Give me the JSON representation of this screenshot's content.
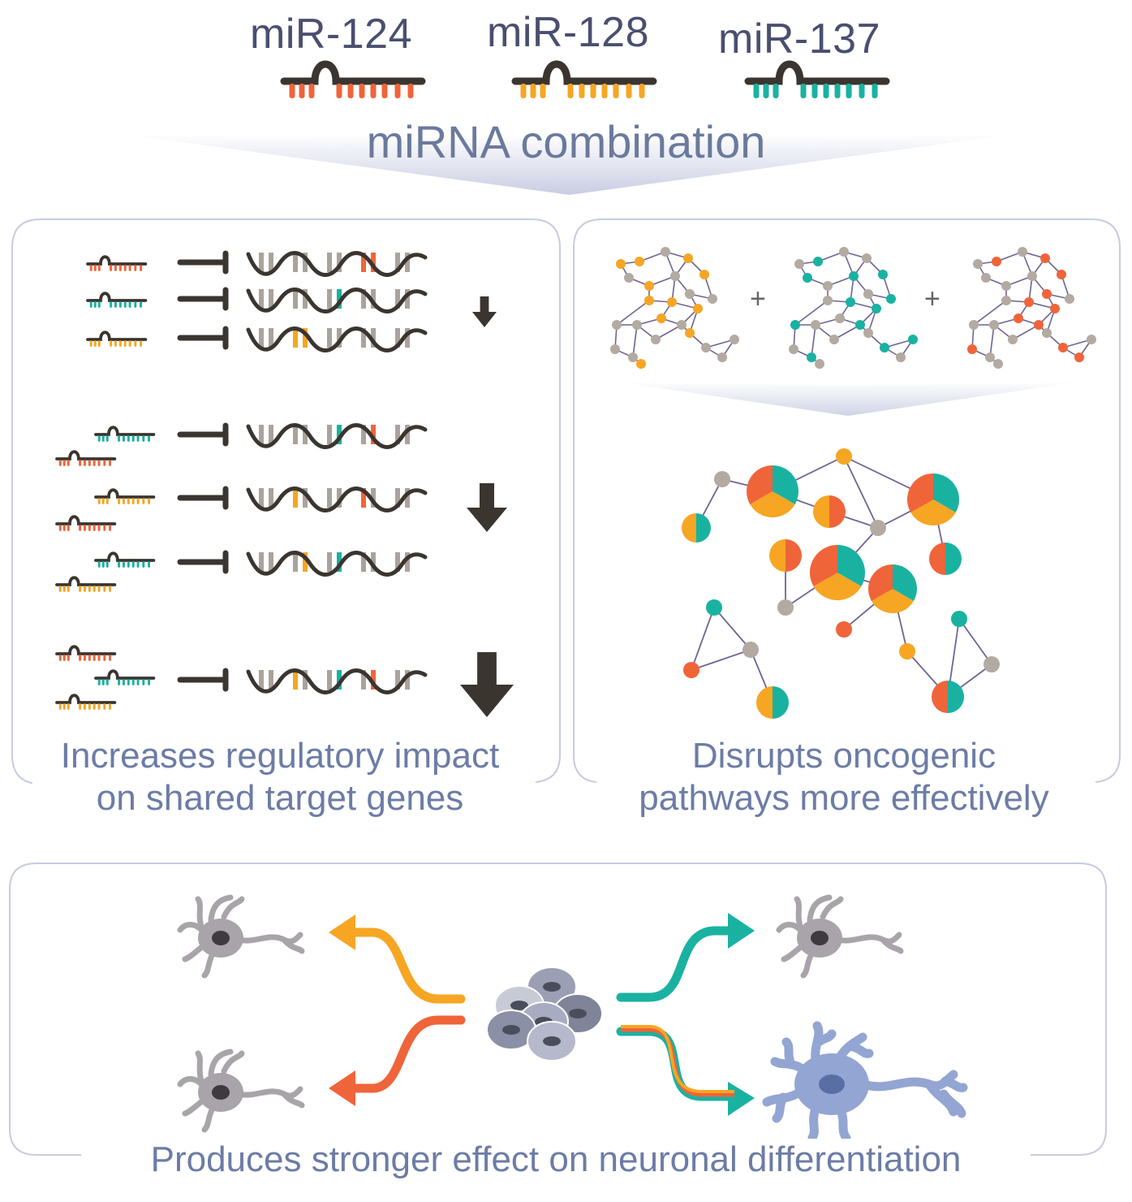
{
  "mirnas": [
    {
      "name": "miR-124",
      "color": "#f0643a"
    },
    {
      "name": "miR-128",
      "color": "#f6a623"
    },
    {
      "name": "miR-137",
      "color": "#19b2a1"
    }
  ],
  "combo_title": "miRNA combination",
  "left_panel": {
    "caption_line1": "Increases regulatory impact",
    "caption_line2": "on shared target genes"
  },
  "right_panel": {
    "caption_line1": "Disrupts oncogenic",
    "caption_line2": "pathways more effectively",
    "plus": "+"
  },
  "bottom_panel": {
    "caption": "Produces stronger effect on neuronal differentiation"
  },
  "colors": {
    "dark": "#3b3530",
    "grey": "#aaa39c",
    "node": "#b3aaa1",
    "edge": "#6f6494",
    "cell_grey": "#a8a4a9",
    "neuron_blue": "#93a5d2",
    "border": "#c8cbe0"
  }
}
